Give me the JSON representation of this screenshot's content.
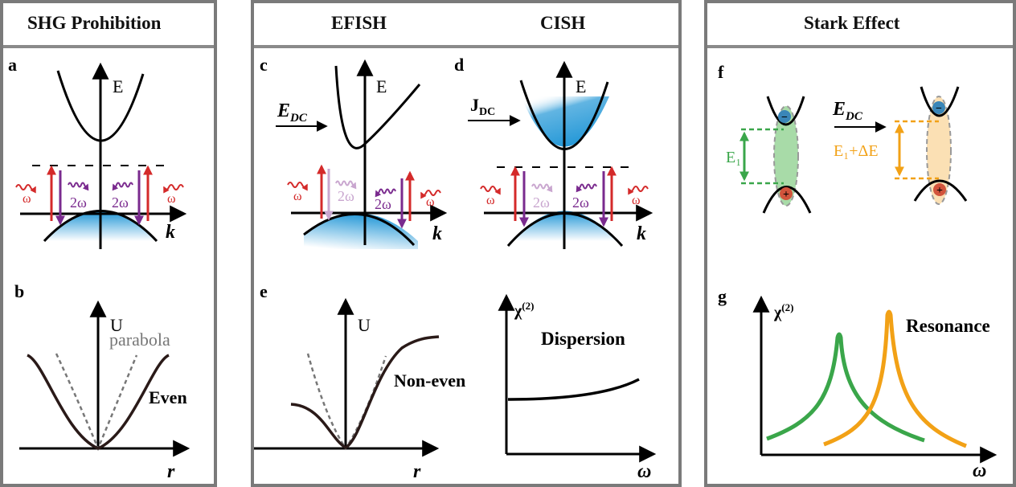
{
  "panels": {
    "shg": {
      "title": "SHG Prohibition"
    },
    "efish_cish": {
      "title_left": "EFISH",
      "title_right": "CISH"
    },
    "stark": {
      "title": "Stark Effect"
    }
  },
  "subfigures": {
    "a": {
      "letter": "a",
      "y_axis": "E",
      "x_axis": "k",
      "photon_in": "ω",
      "photon_out": "2ω"
    },
    "b": {
      "letter": "b",
      "y_axis": "U",
      "x_axis": "r",
      "dashed_label": "parabola",
      "curve_label": "Even"
    },
    "c": {
      "letter": "c",
      "y_axis": "E",
      "x_axis": "k",
      "field_label": "E",
      "field_sub": "DC",
      "photon_in": "ω",
      "photon_out": "2ω"
    },
    "d": {
      "letter": "d",
      "y_axis": "E",
      "x_axis": "k",
      "field_label": "J",
      "field_sub": "DC",
      "photon_in": "ω",
      "photon_out": "2ω"
    },
    "e": {
      "letter": "e",
      "y_axis": "U",
      "x_axis": "r",
      "curve_label": "Non-even",
      "chi_axis": "χ",
      "chi_sup": "(2)",
      "chi_x_axis": "ω",
      "chi_label": "Dispersion"
    },
    "f": {
      "letter": "f",
      "field_label": "E",
      "field_sub": "DC",
      "gap_before": "E₁",
      "gap_after": "E₁+ΔE",
      "minus": "−",
      "plus": "+"
    },
    "g": {
      "letter": "g",
      "y_axis": "χ",
      "y_sup": "(2)",
      "x_axis": "ω",
      "curve_label": "Resonance"
    }
  },
  "colors": {
    "photon_red": "#d42a2a",
    "photon_purple": "#7a2a8e",
    "photon_purple_faded": "#c9a6cf",
    "band_blue": "#1e95d6",
    "stark_green": "#3aa64a",
    "stark_orange": "#f2a116",
    "electron_blue": "#3a86b8",
    "hole_red": "#d2543c"
  }
}
